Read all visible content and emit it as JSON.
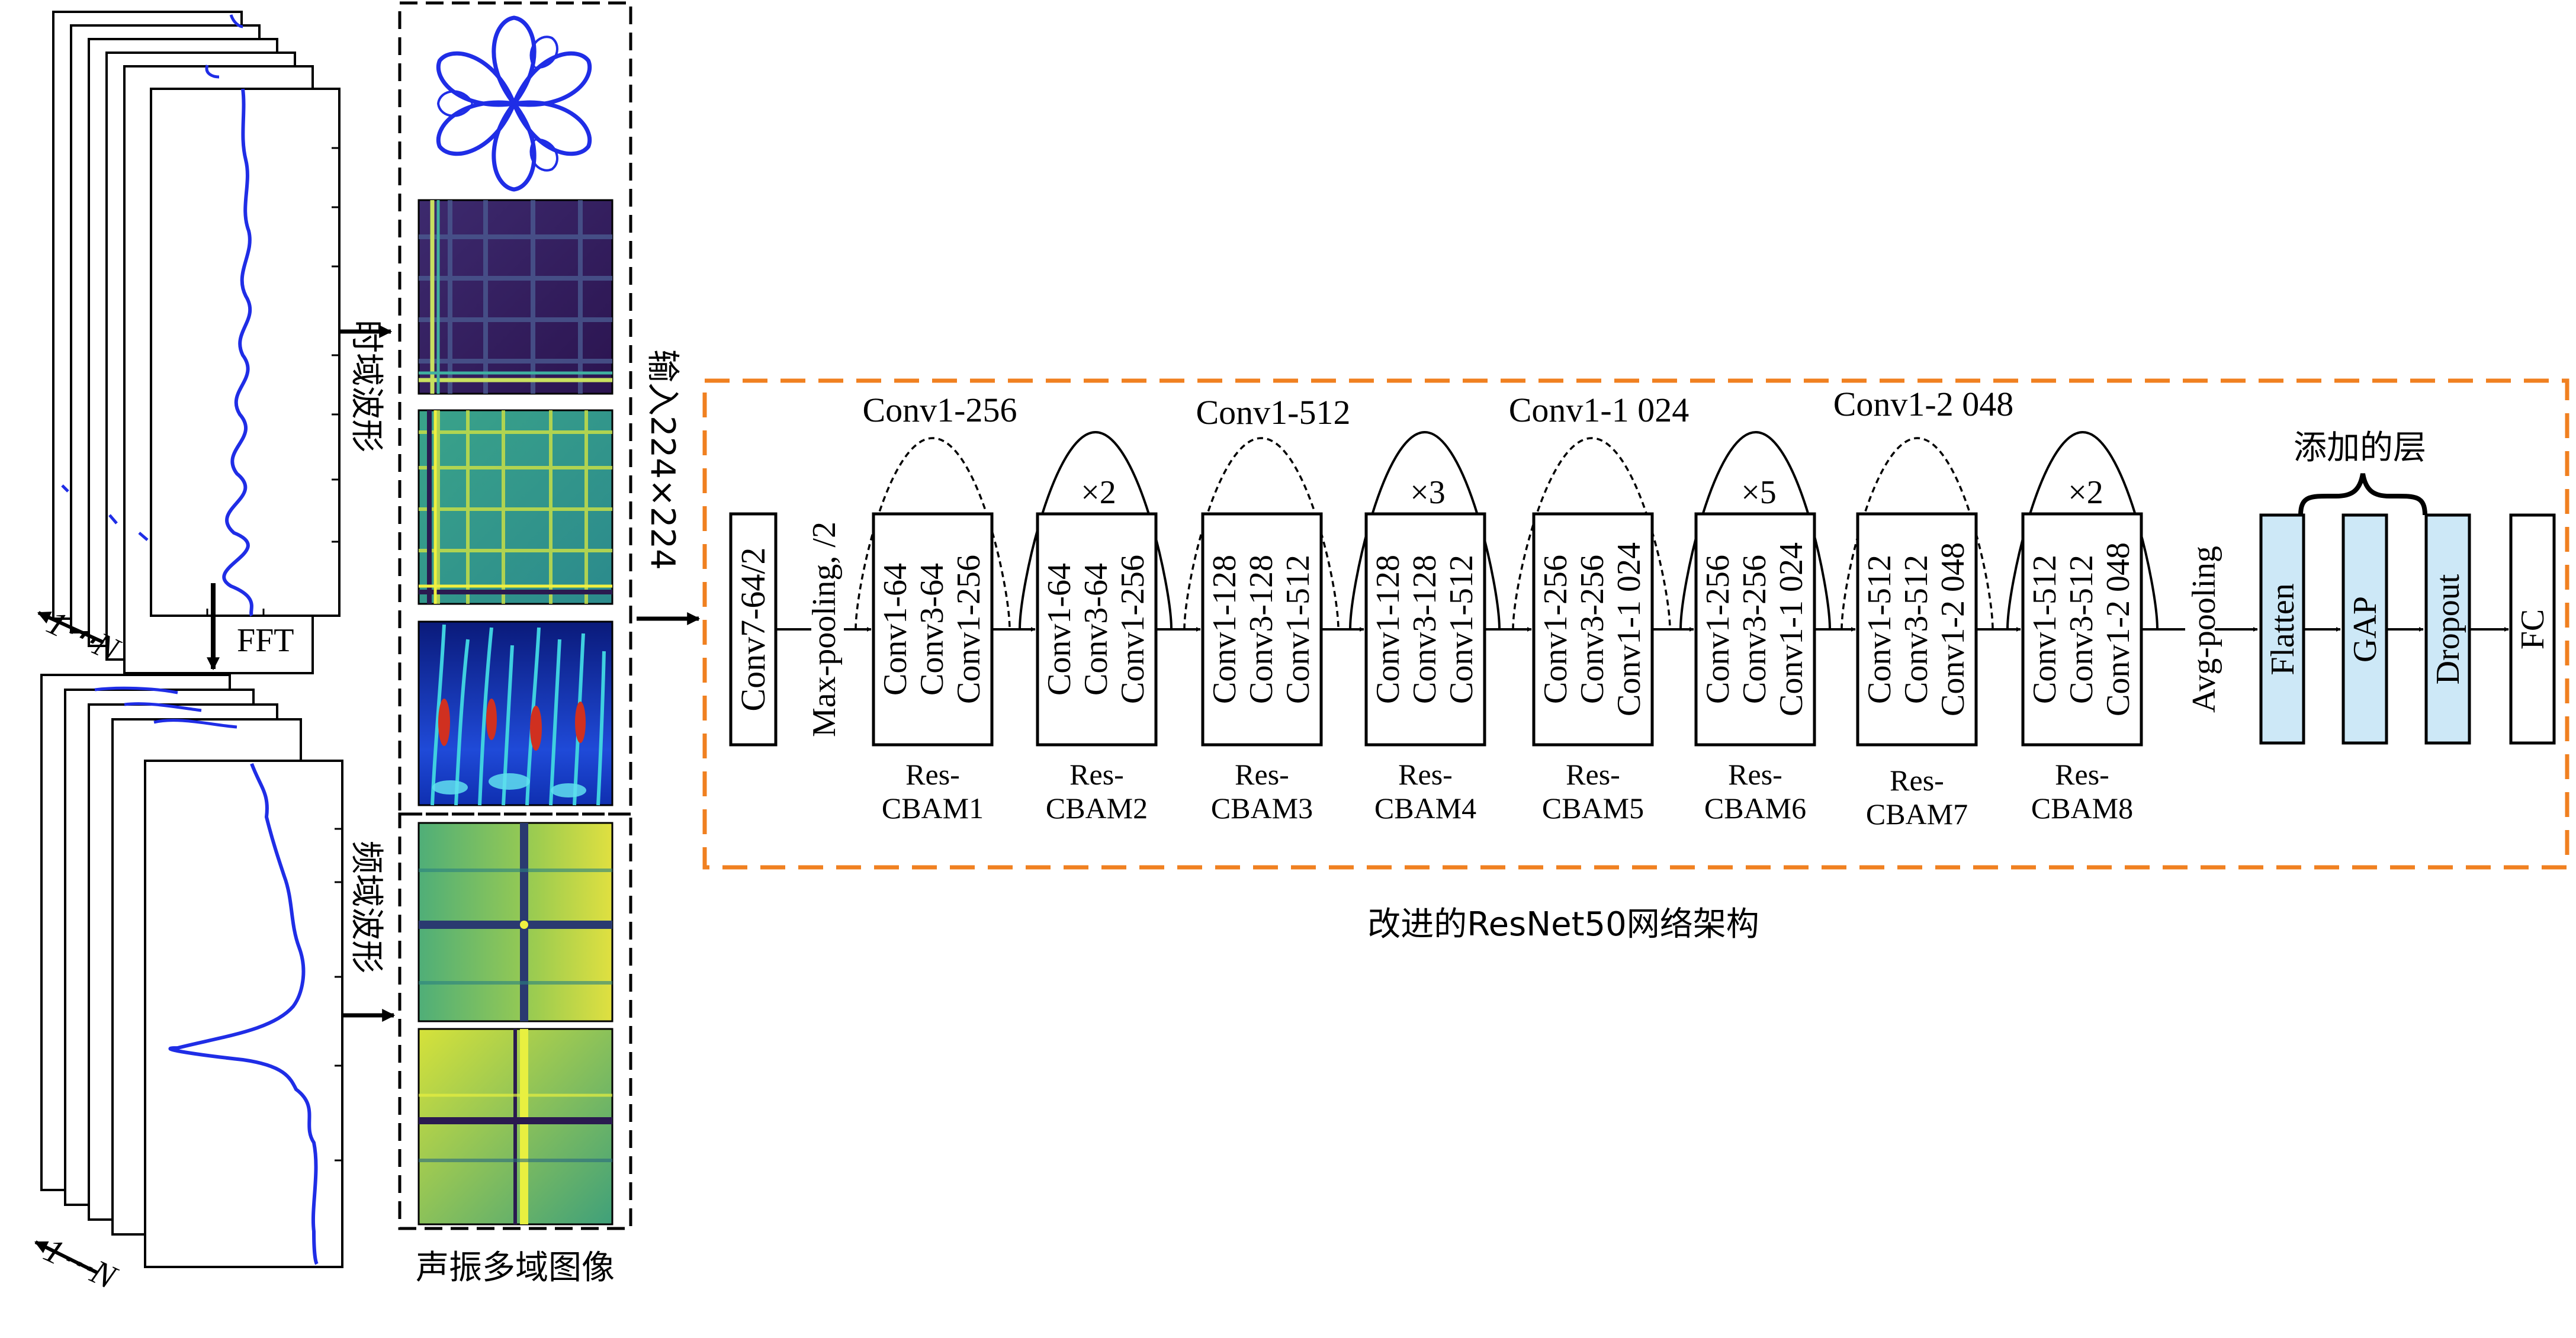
{
  "labels": {
    "time_domain": "时域波形",
    "fft": "FFT",
    "freq_domain": "频域波形",
    "stack_index_top": "1⋯N",
    "stack_index_bottom": "1⋯N",
    "multi_domain_images": "声振多域图像",
    "input_size": "输入224×224",
    "network_title": "改进的ResNet50网络架构",
    "added_layers": "添加的层"
  },
  "network": {
    "stem": "Conv7-64/2",
    "maxpool": "Max-pooling, /2",
    "avgpool": "Avg-pooling",
    "shortcuts": [
      "Conv1-256",
      "Conv1-512",
      "Conv1-1 024",
      "Conv1-2 048"
    ],
    "repeats": [
      "×2",
      "×3",
      "×5",
      "×2"
    ],
    "blocks": [
      {
        "layers": [
          "Conv1-64",
          "Conv3-64",
          "Conv1-256"
        ],
        "name1": "Res-",
        "name2": "CBAM1"
      },
      {
        "layers": [
          "Conv1-64",
          "Conv3-64",
          "Conv1-256"
        ],
        "name1": "Res-",
        "name2": "CBAM2"
      },
      {
        "layers": [
          "Conv1-128",
          "Conv3-128",
          "Conv1-512"
        ],
        "name1": "Res-",
        "name2": "CBAM3"
      },
      {
        "layers": [
          "Conv1-128",
          "Conv3-128",
          "Conv1-512"
        ],
        "name1": "Res-",
        "name2": "CBAM4"
      },
      {
        "layers": [
          "Conv1-256",
          "Conv3-256",
          "Conv1-1 024"
        ],
        "name1": "Res-",
        "name2": "CBAM5"
      },
      {
        "layers": [
          "Conv1-256",
          "Conv3-256",
          "Conv1-1 024"
        ],
        "name1": "Res-",
        "name2": "CBAM6"
      },
      {
        "layers": [
          "Conv1-512",
          "Conv3-512",
          "Conv1-2 048"
        ],
        "name1": "Res-",
        "name2": "CBAM7"
      },
      {
        "layers": [
          "Conv1-512",
          "Conv3-512",
          "Conv1-2 048"
        ],
        "name1": "Res-",
        "name2": "CBAM8"
      }
    ],
    "head": [
      "Flatten",
      "GAP",
      "Dropout",
      "FC"
    ]
  },
  "colors": {
    "waveform": "#1f2de6",
    "dashed_frame": "#f08020",
    "added_layer_fill": "#cde8f7",
    "viridis_dark": "#3b1f5e",
    "viridis_teal": "#2a8a8a",
    "viridis_yellow": "#e8e84a"
  }
}
